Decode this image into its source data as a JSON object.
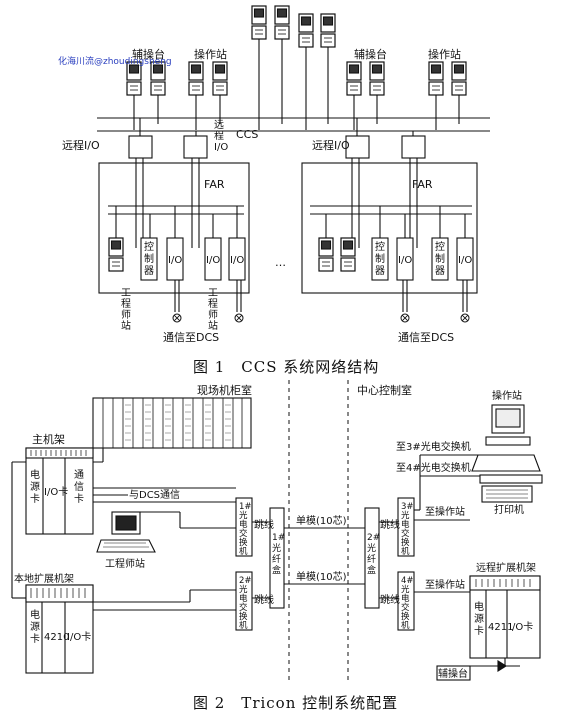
{
  "watermark": "化海川流@zhoudingsheng",
  "figure1": {
    "caption": "图 1　CCS 系统网络结构",
    "labels": {
      "aux_console_left": "辅操台",
      "operator_station_left": "操作站",
      "aux_console_right": "辅操台",
      "operator_station_right": "操作站",
      "ccs": "CCS",
      "remote_io_center": "远\n程\nI/O",
      "remote_io_left": "远程I/O",
      "remote_io_right": "远程I/O",
      "far_left": "FAR",
      "far_right": "FAR",
      "ellipsis": "…",
      "controller": "控\n制\n器",
      "io": "I/O",
      "engineer_station": "工\n程\n师\n站",
      "comm_dcs_left": "通信至DCS",
      "comm_dcs_right": "通信至DCS"
    }
  },
  "figure2": {
    "caption": "图 2　Tricon 控制系统配置",
    "labels": {
      "field_cabinet_room": "现场机柜室",
      "central_control_room": "中心控制室",
      "main_rack": "主机架",
      "power_card": "电\n源\n卡",
      "io_card": "I/O卡",
      "comm_card": "通\n信\n卡",
      "to_dcs_comm": "与DCS通信",
      "engineer_station": "工程师站",
      "local_expansion_rack": "本地扩展机架",
      "card_4210": "4210",
      "card_4211": "4211",
      "jumper": "跳线",
      "switch1": "1#\n光\n电\n交\n换\n机",
      "switch2": "2#\n光\n电\n交\n换\n机",
      "switch3": "3#\n光\n电\n交\n换\n机",
      "switch4": "4#\n光\n电\n交\n换\n机",
      "fiber_box1": "1#\n光\n纤\n盒",
      "fiber_box2": "2#\n光\n纤\n盒",
      "single_mode": "单模(10芯)",
      "to_operator_station": "至操作站",
      "operator_station": "操作站",
      "to_switch3": "至3#光电交换机",
      "to_switch4": "至4#光电交换机",
      "printer": "打印机",
      "remote_expansion_rack": "远程扩展机架",
      "aux_console": "辅操台"
    }
  }
}
